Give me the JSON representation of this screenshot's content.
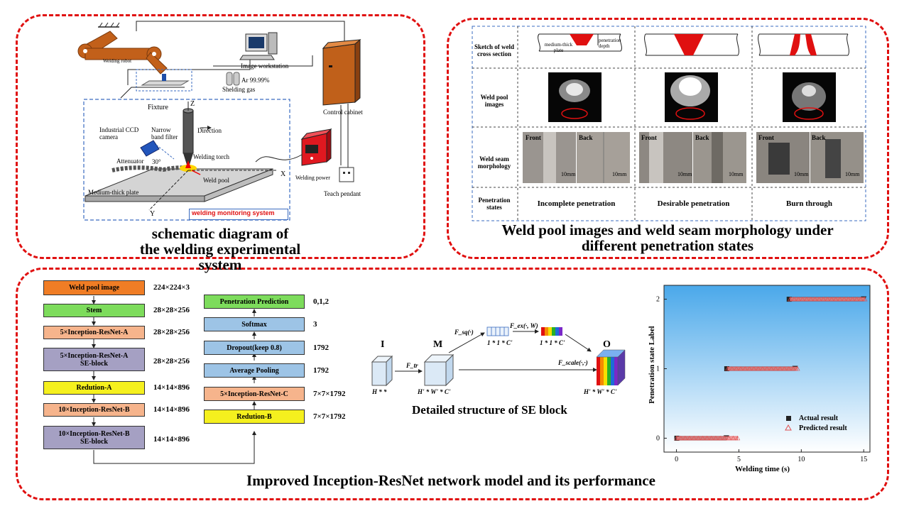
{
  "panels": {
    "top_left_caption_line1": "schematic diagram of",
    "top_left_caption_line2": "the welding experimental system",
    "top_right_caption_line1": "Weld pool images and weld seam morphology under",
    "top_right_caption_line2": "different penetration states",
    "bottom_caption": "Improved Inception-ResNet network model and its performance"
  },
  "schematic": {
    "welding_robot": "Welding robot",
    "image_workstation": "Image workstation",
    "gas_text": "Ar 99.99%",
    "shielding_gas": "Shelding gas",
    "control_cabinet": "Control cabinet",
    "welding_power": "Welding power",
    "teach_pendant": "Teach pendant",
    "fixture": "Fixture",
    "axis_z": "Z",
    "axis_x": "X",
    "axis_y": "Y",
    "direction": "Direction",
    "ccd_camera": "Industrial CCD camera",
    "narrow_band": "Narrow band filter",
    "attenuator": "Attenuator",
    "angle": "30°",
    "welding_torch": "Welding torch",
    "weld_pool": "Weld pool",
    "plate": "Medium-thick plate",
    "monitoring_system": "welding monitoring system"
  },
  "penetration_table": {
    "row_headers": [
      "Sketch of weld cross section",
      "Weld pool images",
      "Weld seam morphology",
      "Penetration states"
    ],
    "sketch_labels": {
      "plate": "medium-thick plate",
      "depth": "penetration depth"
    },
    "front": "Front",
    "back": "Back",
    "scale": "10mm",
    "states": [
      "Incomplete penetration",
      "Desirable penetration",
      "Burn through"
    ]
  },
  "network": {
    "left_column": [
      {
        "label": "Weld pool image",
        "dim": "224×224×3",
        "color": "orange"
      },
      {
        "label": "Stem",
        "dim": "28×28×256",
        "color": "green"
      },
      {
        "label": "5×Inception-ResNet-A",
        "dim": "28×28×256",
        "color": "peach"
      },
      {
        "label": "5×Inception-ResNet-A SE-block",
        "dim": "28×28×256",
        "color": "purple"
      },
      {
        "label": "Redution-A",
        "dim": "14×14×896",
        "color": "yellow"
      },
      {
        "label": "10×Inception-ResNet-B",
        "dim": "14×14×896",
        "color": "peach"
      },
      {
        "label": "10×Inception-ResNet-B SE-block",
        "dim": "14×14×896",
        "color": "purple"
      }
    ],
    "right_column": [
      {
        "label": "Penetration Prediction",
        "dim": "0,1,2",
        "color": "green"
      },
      {
        "label": "Softmax",
        "dim": "3",
        "color": "blue"
      },
      {
        "label": "Dropout(keep 0.8)",
        "dim": "1792",
        "color": "blue"
      },
      {
        "label": "Average Pooling",
        "dim": "1792",
        "color": "blue"
      },
      {
        "label": "5×Inception-ResNet-C",
        "dim": "7×7×1792",
        "color": "peach"
      },
      {
        "label": "Redution-B",
        "dim": "7×7×1792",
        "color": "yellow"
      }
    ]
  },
  "se_block": {
    "title": "Detailed structure of SE block",
    "I": "I",
    "M": "M",
    "O": "O",
    "f_tr": "F_tr",
    "f_sq": "F_sq(·)",
    "f_ex": "F_ex(·, W)",
    "f_scale": "F_scale(·,·)",
    "dim_hw": "H * *",
    "dim_hwc": "H' * W' * C'",
    "dim_11c": "1 * 1 * C'",
    "dim_out": "H' * W' * C'"
  },
  "chart_data": {
    "type": "scatter",
    "xlabel": "Welding time (s)",
    "ylabel": "Penetration state Label",
    "xlim": [
      -1,
      15.5
    ],
    "ylim": [
      -0.2,
      2.2
    ],
    "xticks": [
      0,
      5,
      10,
      15
    ],
    "yticks": [
      0,
      1,
      2
    ],
    "series": [
      {
        "name": "Actual result",
        "marker": "square",
        "color": "#222222",
        "segments": [
          {
            "x": [
              0,
              4.0
            ],
            "y": 0
          },
          {
            "x": [
              4.0,
              9.5
            ],
            "y": 1
          },
          {
            "x": [
              9.0,
              15
            ],
            "y": 2
          }
        ]
      },
      {
        "name": "Predicted result",
        "marker": "triangle",
        "color": "#e05050",
        "segments": [
          {
            "x": [
              0,
              4.9
            ],
            "y": 0
          },
          {
            "x": [
              4.1,
              9.7
            ],
            "y": 1
          },
          {
            "x": [
              9.1,
              15.1
            ],
            "y": 2
          }
        ]
      }
    ],
    "legend": "bottom-right",
    "background": "gradient-blue"
  }
}
